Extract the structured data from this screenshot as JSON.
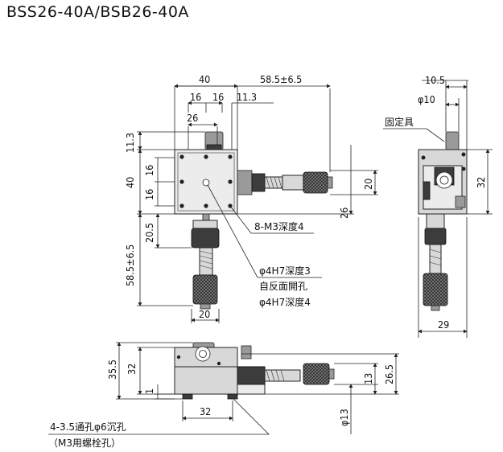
{
  "title": "BSS26-40A/BSB26-40A",
  "front": {
    "d_40_top": "40",
    "d_58_5": "58.5±6.5",
    "d_16a": "16",
    "d_16b": "16",
    "d_11_3_top": "11.3",
    "d_26": "26",
    "d_11_3_left": "11.3",
    "d_40_left": "40",
    "d_16_left_a": "16",
    "d_16_left_b": "16",
    "d_20_right": "20",
    "d_26_right": "26",
    "d_20_5": "20.5",
    "d_58_5_left": "58.5±6.5",
    "d_20_bottom": "20",
    "note_m3": "8-M3深度4",
    "note_4h7": "φ4H7深度3",
    "note_back": "自反面開孔",
    "note_4h7b": "φ4H7深度4"
  },
  "side": {
    "d_10_5": "10.5",
    "d_phi10": "φ10",
    "label_fixture": "固定具",
    "d_32": "32",
    "d_29": "29"
  },
  "bottom": {
    "d_35_5": "35.5",
    "d_32_left": "32",
    "d_1": "1",
    "d_13": "13",
    "d_26_5": "26.5",
    "d_phi13": "φ13",
    "d_32_bottom": "32",
    "note_holes": "4-3.5通孔φ6沉孔",
    "note_bolt": "（M3用螺栓孔）"
  }
}
